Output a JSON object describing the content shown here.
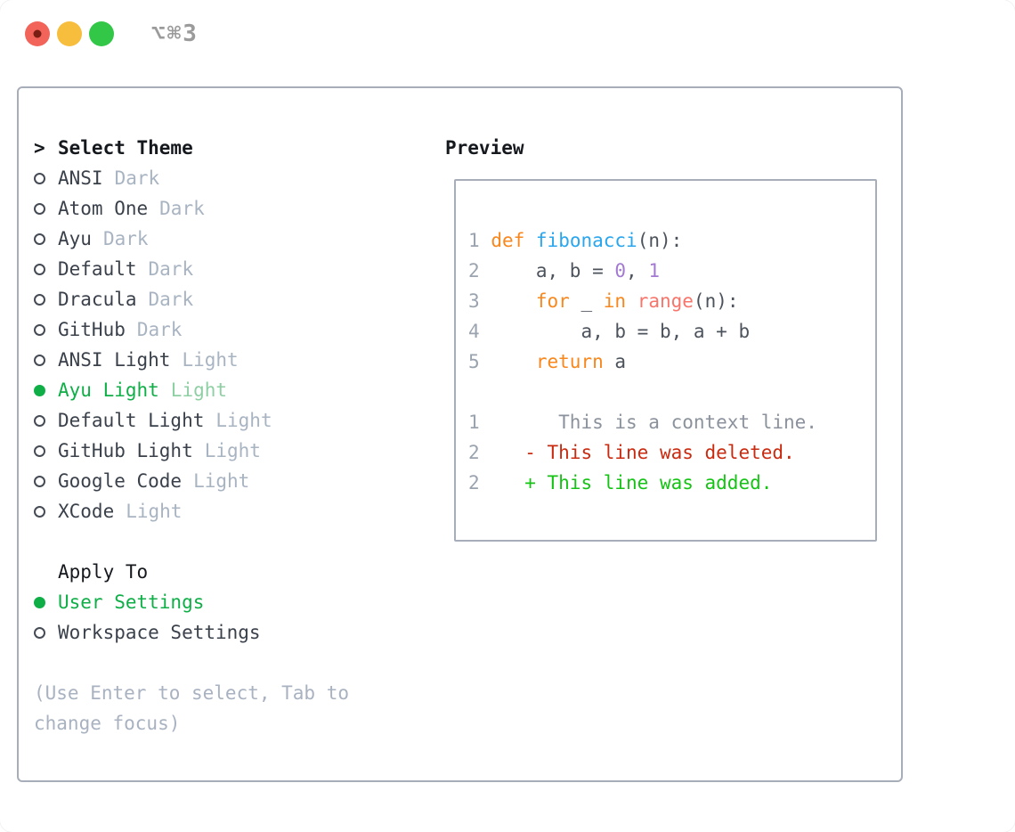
{
  "window": {
    "title": "⌥⌘3"
  },
  "colors": {
    "traffic_red": "#f2635a",
    "traffic_red_dot": "#7a1d12",
    "traffic_yellow": "#f7bd3c",
    "traffic_green": "#33c748",
    "title_text": "#9b9b9b",
    "border": "#a8aeb9",
    "heading_text": "#15181d",
    "item_text": "#3b414b",
    "suffix_text": "#a9b4c2",
    "suffix_selected": "#8fcfa4",
    "selection_green": "#0fae47",
    "hint_text": "#a9b2c0",
    "radio_outline": "#454b54",
    "ln": "#9aa3ae",
    "code": "#4d535c",
    "kw": "#f8871e",
    "fn": "#29a6ee",
    "num": "#a37ad2",
    "call": "#f8756b",
    "ctx": "#8b929c",
    "del": "#ca2b10",
    "add": "#15c315"
  },
  "theme_panel": {
    "cursor": ">",
    "header": "Select Theme",
    "items": [
      {
        "name": "ANSI",
        "variant": "Dark",
        "selected": false
      },
      {
        "name": "Atom One",
        "variant": "Dark",
        "selected": false
      },
      {
        "name": "Ayu",
        "variant": "Dark",
        "selected": false
      },
      {
        "name": "Default",
        "variant": "Dark",
        "selected": false
      },
      {
        "name": "Dracula",
        "variant": "Dark",
        "selected": false
      },
      {
        "name": "GitHub",
        "variant": "Dark",
        "selected": false
      },
      {
        "name": "ANSI Light",
        "variant": "Light",
        "selected": false
      },
      {
        "name": "Ayu Light",
        "variant": "Light",
        "selected": true
      },
      {
        "name": "Default Light",
        "variant": "Light",
        "selected": false
      },
      {
        "name": "GitHub Light",
        "variant": "Light",
        "selected": false
      },
      {
        "name": "Google Code",
        "variant": "Light",
        "selected": false
      },
      {
        "name": "XCode",
        "variant": "Light",
        "selected": false
      }
    ],
    "apply_header": "Apply To",
    "apply_items": [
      {
        "label": "User Settings",
        "selected": true
      },
      {
        "label": "Workspace Settings",
        "selected": false
      }
    ],
    "hint": "(Use Enter to select, Tab to change focus)"
  },
  "preview": {
    "header": "Preview",
    "code_lines": [
      {
        "tokens": [
          {
            "t": "1",
            "c": "ln"
          },
          {
            "t": " ",
            "c": "code"
          },
          {
            "t": "def",
            "c": "kw"
          },
          {
            "t": " ",
            "c": "code"
          },
          {
            "t": "fibonacci",
            "c": "fn"
          },
          {
            "t": "(n):",
            "c": "code"
          }
        ]
      },
      {
        "tokens": [
          {
            "t": "2",
            "c": "ln"
          },
          {
            "t": "     a, b = ",
            "c": "code"
          },
          {
            "t": "0",
            "c": "num"
          },
          {
            "t": ", ",
            "c": "code"
          },
          {
            "t": "1",
            "c": "num"
          }
        ]
      },
      {
        "tokens": [
          {
            "t": "3",
            "c": "ln"
          },
          {
            "t": "     ",
            "c": "code"
          },
          {
            "t": "for",
            "c": "kw"
          },
          {
            "t": " _ ",
            "c": "code"
          },
          {
            "t": "in",
            "c": "kw"
          },
          {
            "t": " ",
            "c": "code"
          },
          {
            "t": "range",
            "c": "call"
          },
          {
            "t": "(n):",
            "c": "code"
          }
        ]
      },
      {
        "tokens": [
          {
            "t": "4",
            "c": "ln"
          },
          {
            "t": "         a, b = b, a + b",
            "c": "code"
          }
        ]
      },
      {
        "tokens": [
          {
            "t": "5",
            "c": "ln"
          },
          {
            "t": "     ",
            "c": "code"
          },
          {
            "t": "return",
            "c": "kw"
          },
          {
            "t": " a",
            "c": "code"
          }
        ]
      },
      {
        "tokens": []
      },
      {
        "tokens": [
          {
            "t": "1",
            "c": "ln"
          },
          {
            "t": "       This is a context line.",
            "c": "ctx"
          }
        ]
      },
      {
        "tokens": [
          {
            "t": "2",
            "c": "ln"
          },
          {
            "t": "    - This line was deleted.",
            "c": "del"
          }
        ]
      },
      {
        "tokens": [
          {
            "t": "2",
            "c": "ln"
          },
          {
            "t": "    + This line was added.",
            "c": "add"
          }
        ]
      }
    ]
  }
}
